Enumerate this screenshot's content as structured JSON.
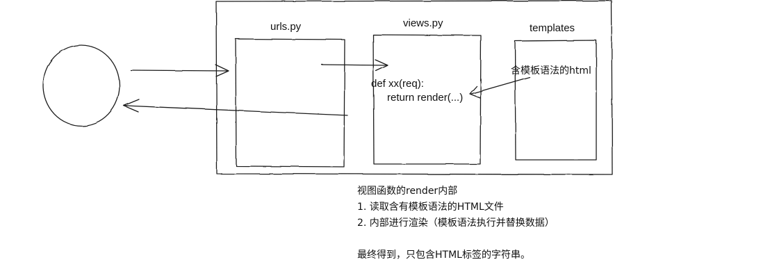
{
  "diagram": {
    "labels": {
      "urls": "urls.py",
      "views": "views.py",
      "templates": "templates",
      "template_content": "含模板语法的html",
      "code_line_1": "def xx(req):",
      "code_line_2": "return render(...)"
    },
    "notes": {
      "line1": "视图函数的render内部",
      "line2": "1. 读取含有模板语法的HTML文件",
      "line3": "2. 内部进行渲染（模板语法执行并替换数据）",
      "line4": "最终得到，只包含HTML标签的字符串。"
    },
    "stroke_color": "#1a1a1a"
  }
}
